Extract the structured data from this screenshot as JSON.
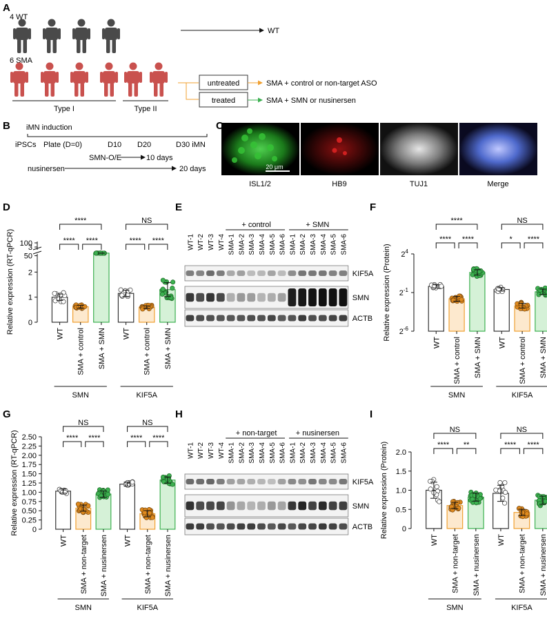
{
  "panelA": {
    "label": "A",
    "wt_group": "4 WT",
    "sma_group": "6 SMA",
    "type1": "Type I",
    "type2": "Type II",
    "wt_outcome": "WT",
    "untreated": "untreated",
    "treated": "treated",
    "untreated_outcome": "SMA + control or non-target ASO",
    "treated_outcome": "SMA + SMN or nusinersen",
    "colors": {
      "wt_person": "#4a4a4a",
      "sma_person": "#c9514e",
      "untreated_arrow": "#f0a030",
      "treated_arrow": "#3cb050"
    }
  },
  "panelB": {
    "label": "B",
    "iMN_induction": "iMN induction",
    "ipscs": "iPSCs",
    "plate": "Plate (D=0)",
    "d10": "D10",
    "d20": "D20",
    "d30": "D30 iMN",
    "smn_oe": "SMN-O/E",
    "ten_days": "10 days",
    "nusinersen": "nusinersen",
    "twenty_days": "20 days"
  },
  "panelC": {
    "label": "C",
    "scale": "20 μm",
    "stains": [
      "ISL1/2",
      "HB9",
      "TUJ1",
      "Merge"
    ]
  },
  "panelD": {
    "label": "D",
    "ylabel": "Relative expression (RT-qPCR)",
    "yticks_low": [
      "0",
      "1",
      "2",
      "3"
    ],
    "yticks_high": [
      "50",
      "100"
    ],
    "cats": [
      "WT",
      "SMA + control",
      "SMA + SMN"
    ],
    "groups": [
      "SMN",
      "KIF5A"
    ],
    "sig_top": [
      "****",
      "NS"
    ],
    "sig_pairs": [
      [
        "****",
        "****"
      ],
      [
        "****",
        "****"
      ]
    ]
  },
  "panelE": {
    "label": "E",
    "group_control": "+ control",
    "group_smn": "+ SMN",
    "lanes": [
      "WT-1",
      "WT-2",
      "WT-3",
      "WT-4",
      "SMA-1",
      "SMA-2",
      "SMA-3",
      "SMA-4",
      "SMA-5",
      "SMA-6",
      "SMA-1",
      "SMA-2",
      "SMA-3",
      "SMA-4",
      "SMA-5",
      "SMA-6"
    ],
    "bands": [
      "KIF5A",
      "SMN",
      "ACTB"
    ]
  },
  "panelF": {
    "label": "F",
    "ylabel": "Relative expression (Protein)",
    "yticks": [
      {
        "base": "2",
        "exp": "4"
      },
      {
        "base": "2",
        "exp": "-1"
      },
      {
        "base": "2",
        "exp": "-6"
      }
    ],
    "cats": [
      "WT",
      "SMA + control",
      "SMA + SMN"
    ],
    "groups": [
      "SMN",
      "KIF5A"
    ],
    "sig_top": [
      "****",
      "NS"
    ],
    "sig_pairs": [
      [
        "****",
        "****"
      ],
      [
        "*",
        "****"
      ]
    ]
  },
  "panelG": {
    "label": "G",
    "ylabel": "Relative expression (RT-qPCR)",
    "yticks": [
      "0",
      "0.25",
      "0.50",
      "0.75",
      "1.00",
      "1.25",
      "1.50",
      "1.75",
      "2.00",
      "2.25",
      "2.50"
    ],
    "cats": [
      "WT",
      "SMA + non-target",
      "SMA + nusinersen"
    ],
    "groups": [
      "SMN",
      "KIF5A"
    ],
    "sig_top": [
      "NS",
      "NS"
    ],
    "sig_pairs": [
      [
        "****",
        "****"
      ],
      [
        "****",
        "****"
      ]
    ]
  },
  "panelH": {
    "label": "H",
    "group_control": "+ non-target",
    "group_smn": "+ nusinersen",
    "lanes": [
      "WT-1",
      "WT-2",
      "WT-3",
      "WT-4",
      "SMA-1",
      "SMA-2",
      "SMA-3",
      "SMA-4",
      "SMA-5",
      "SMA-6",
      "SMA-1",
      "SMA-2",
      "SMA-3",
      "SMA-4",
      "SMA-5",
      "SMA-6"
    ],
    "bands": [
      "KIF5A",
      "SMN",
      "ACTB"
    ]
  },
  "panelI": {
    "label": "I",
    "ylabel": "Relative expression (Protein)",
    "yticks": [
      "0",
      "0.5",
      "1.0",
      "1.5",
      "2.0"
    ],
    "cats": [
      "WT",
      "SMA + non-target",
      "SMA + nusinersen"
    ],
    "groups": [
      "SMN",
      "KIF5A"
    ],
    "sig_top": [
      "NS",
      "NS"
    ],
    "sig_pairs": [
      [
        "****",
        "**"
      ],
      [
        "****",
        "****"
      ]
    ]
  },
  "chart_data": [
    {
      "panel": "D",
      "type": "bar",
      "categories": [
        "WT",
        "SMA + control",
        "SMA + SMN"
      ],
      "ylabel": "Relative expression (RT-qPCR)",
      "axis_break": [
        3,
        30
      ],
      "ylim": [
        0,
        110
      ],
      "series": [
        {
          "name": "SMN",
          "values": [
            1.0,
            0.62,
            60
          ]
        },
        {
          "name": "KIF5A",
          "values": [
            1.15,
            0.6,
            1.3
          ]
        }
      ],
      "colors": [
        "#333333",
        "#f0a030",
        "#3cb050"
      ]
    },
    {
      "panel": "F",
      "type": "bar",
      "categories": [
        "WT",
        "SMA + control",
        "SMA + SMN"
      ],
      "ylabel": "Relative expression (Protein)",
      "scale": "log2",
      "ylim_log2": [
        -6,
        4
      ],
      "series": [
        {
          "name": "SMN",
          "log2_values": [
            -0.2,
            -1.8,
            1.6
          ]
        },
        {
          "name": "KIF5A",
          "log2_values": [
            -0.6,
            -2.7,
            -0.9
          ]
        }
      ],
      "colors": [
        "#333333",
        "#f0a030",
        "#3cb050"
      ]
    },
    {
      "panel": "G",
      "type": "bar",
      "categories": [
        "WT",
        "SMA + non-target",
        "SMA + nusinersen"
      ],
      "ylabel": "Relative expression (RT-qPCR)",
      "ylim": [
        0,
        2.5
      ],
      "series": [
        {
          "name": "SMN",
          "values": [
            1.03,
            0.57,
            0.95
          ]
        },
        {
          "name": "KIF5A",
          "values": [
            1.22,
            0.42,
            1.33
          ]
        }
      ],
      "colors": [
        "#333333",
        "#f0a030",
        "#3cb050"
      ]
    },
    {
      "panel": "I",
      "type": "bar",
      "categories": [
        "WT",
        "SMA + non-target",
        "SMA + nusinersen"
      ],
      "ylabel": "Relative expression (Protein)",
      "ylim": [
        0,
        2.0
      ],
      "series": [
        {
          "name": "SMN",
          "values": [
            1.0,
            0.6,
            0.82
          ]
        },
        {
          "name": "KIF5A",
          "values": [
            0.92,
            0.42,
            0.74
          ]
        }
      ],
      "colors": [
        "#333333",
        "#f0a030",
        "#3cb050"
      ]
    }
  ]
}
